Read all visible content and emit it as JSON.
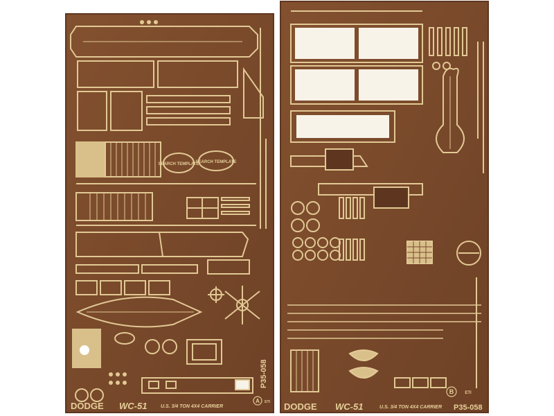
{
  "image": {
    "kind": "photo-etched brass fret set, two sheets",
    "colors": {
      "background": "#ffffff",
      "sheet": "#7a4a2c",
      "sheet_edge": "#5e3620",
      "brass": "#e2c995",
      "brass_dark": "#b8955c",
      "window": "#f7f3e8"
    }
  },
  "sheet_a": {
    "model": "DODGE",
    "designation": "WC-51",
    "subtitle": "U.S. 3/4 TON 4X4 CARRIER",
    "product_code": "P35-058",
    "sheet_letter": "A",
    "maker_mark": "ETI",
    "template_labels": [
      "SEARCH TEMPLATE",
      "SEARCH TEMPLATE"
    ]
  },
  "sheet_b": {
    "model": "DODGE",
    "designation": "WC-51",
    "subtitle": "U.S. 3/4 TON 4X4 CARRIER",
    "product_code": "P35-058",
    "sheet_letter": "B",
    "maker_mark": "ETI"
  }
}
